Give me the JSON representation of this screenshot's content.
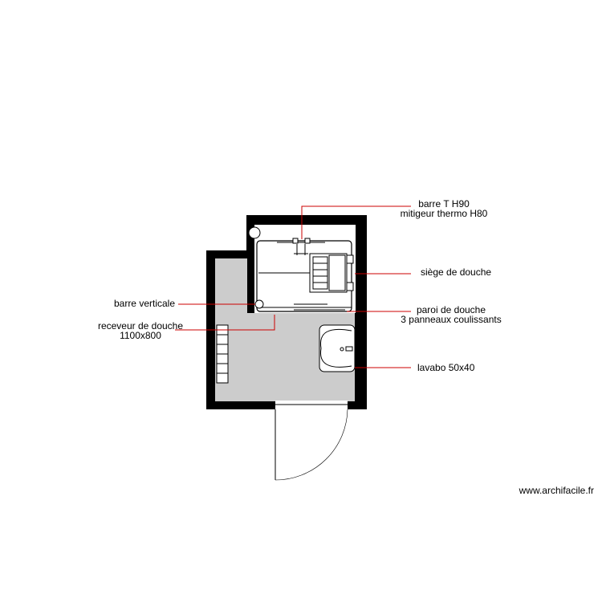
{
  "colors": {
    "wall": "#000000",
    "floor": "#cccccc",
    "leader": "#cc0000",
    "fixture": "#ffffff"
  },
  "labels": {
    "barre_t": "barre T H90",
    "mitigeur": "mitigeur thermo H80",
    "siege": "siège de douche",
    "paroi": "paroi de douche",
    "paroi_detail": "3 panneaux coulissants",
    "lavabo": "lavabo 50x40",
    "barre_verticale": "barre verticale",
    "receveur": "receveur de douche",
    "receveur_dim": "1100x800"
  },
  "watermark": "www.archifacile.fr"
}
